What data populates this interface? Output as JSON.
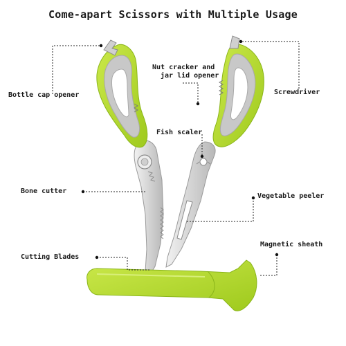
{
  "title": "Come-apart Scissors with Multiple Usage",
  "labels": {
    "bottle_cap_opener": "Bottle cap opener",
    "nut_cracker_line1": "Nut cracker and",
    "nut_cracker_line2": "jar lid opener",
    "screwdriver": "Screwdriver",
    "fish_scaler": "Fish scaler",
    "bone_cutter": "Bone cutter",
    "vegetable_peeler": "Vegetable peeler",
    "magnetic_sheath": "Magnetic sheath",
    "cutting_blades": "Cutting Blades"
  },
  "colors": {
    "accent_green": "#b5dc2e",
    "handle_grey": "#c8c8c8",
    "steel": "#dcdcdc",
    "text": "#1a1a1a"
  }
}
